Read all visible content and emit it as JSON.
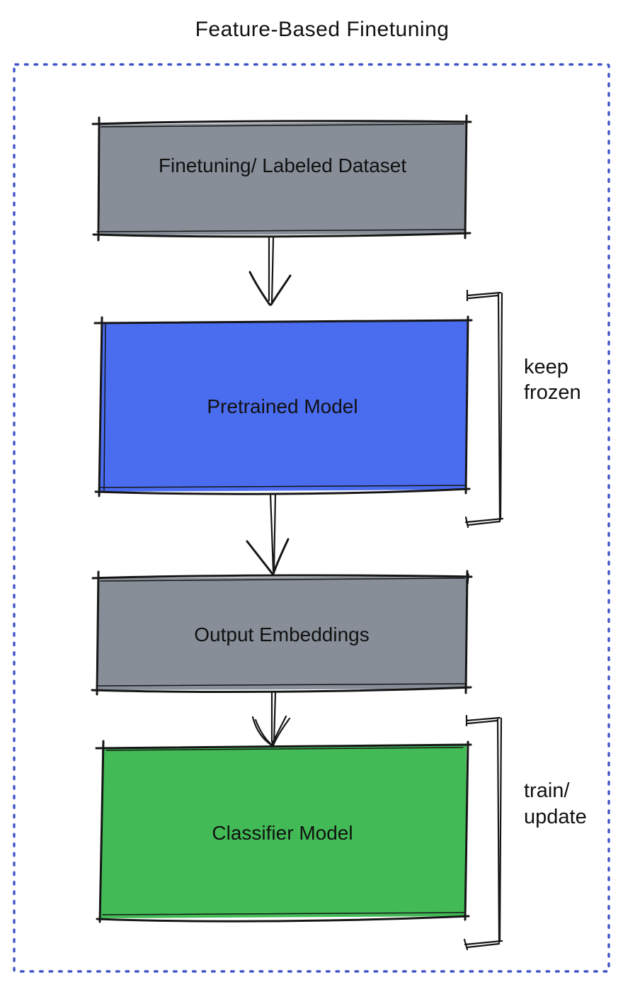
{
  "title": "Feature-Based Finetuning",
  "colors": {
    "title": "#3A4ED6",
    "frame_border": "#4055C8",
    "gray_box": "#878E98",
    "blue_box": "#4A6CEF",
    "green_box": "#42BB56"
  },
  "diagram": {
    "nodes": [
      {
        "label": "Finetuning/ Labeled Dataset",
        "color": "#878E98"
      },
      {
        "label": "Pretrained Model",
        "color": "#4A6CEF"
      },
      {
        "label": "Output Embeddings",
        "color": "#878E98"
      },
      {
        "label": "Classifier Model",
        "color": "#42BB56"
      }
    ],
    "annotations": [
      {
        "target": "Pretrained Model",
        "lines": [
          "keep",
          "frozen"
        ]
      },
      {
        "target": "Classifier Model",
        "lines": [
          "train/",
          "update"
        ]
      }
    ],
    "flow": [
      "Finetuning/ Labeled Dataset -> Pretrained Model",
      "Pretrained Model -> Output Embeddings",
      "Output Embeddings -> Classifier Model"
    ]
  }
}
